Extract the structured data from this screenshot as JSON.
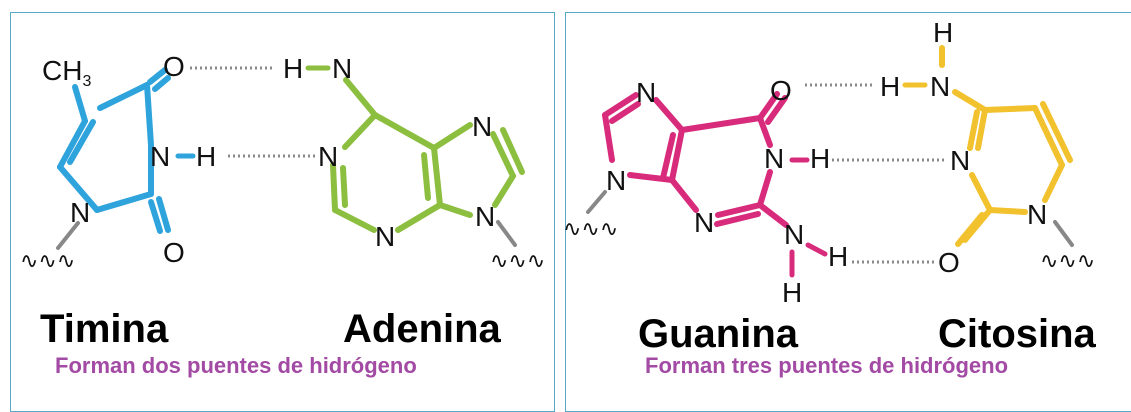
{
  "left_panel": {
    "name_left": "Timina",
    "name_right": "Adenina",
    "caption": "Forman dos puentes de hidrógeno",
    "methyl": "CH",
    "methyl_sub": "3"
  },
  "right_panel": {
    "name_left": "Guanina",
    "name_right": "Citosina",
    "caption": "Forman tres puentes de hidrógeno"
  },
  "atoms": {
    "N": "N",
    "O": "O",
    "H": "H",
    "tail": "∿∿∿"
  },
  "colors": {
    "thymine": "#2ea3dc",
    "adenine": "#8cbe3f",
    "guanine": "#d82b7b",
    "cytosine": "#f2c12e",
    "caption": "#a24aa4",
    "border": "#5aa9c8",
    "hbond": "#8a8a8a"
  }
}
